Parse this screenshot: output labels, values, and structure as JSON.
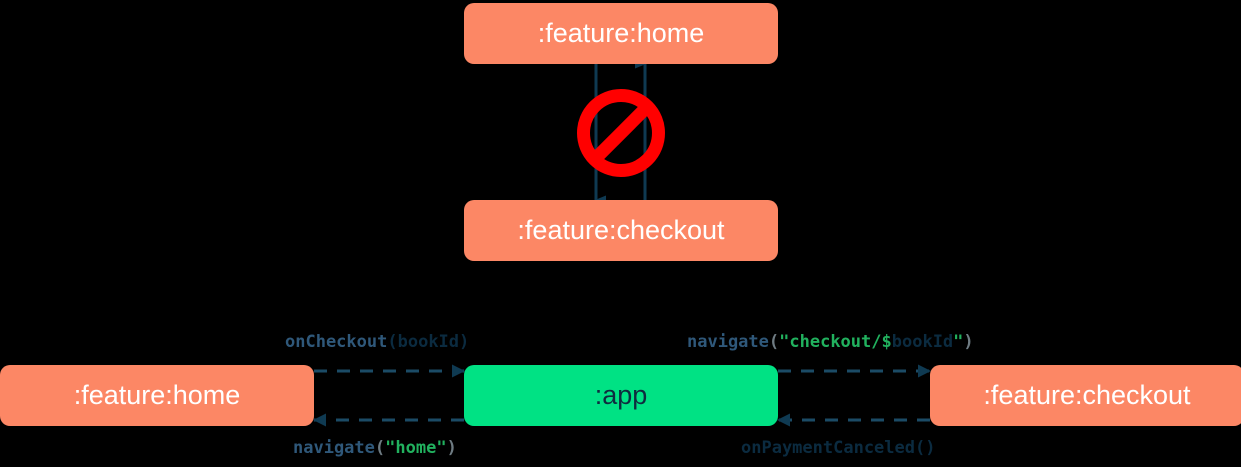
{
  "diagram": {
    "title": "Module navigation dependency diagram",
    "background_color": "#000000",
    "colors": {
      "feature_module": "#FC8765",
      "app_module": "#00E284",
      "edge": "#0F3A52",
      "forbidden": "#FF0000",
      "function_token": "#2F587A",
      "identifier_token": "#0B2B40",
      "string_token": "#21B15E",
      "punct_token": "#6E7B82",
      "feature_label_text": "#FFFFFF",
      "app_label_text": "#0F2C3F"
    },
    "top_section": {
      "name": "forbidden-direct-dependency",
      "nodes": [
        {
          "id": "home-top",
          "label": ":feature:home",
          "type": "feature"
        },
        {
          "id": "checkout-top",
          "label": ":feature:checkout",
          "type": "feature"
        }
      ],
      "edges": [
        {
          "from": "home-top",
          "to": "checkout-top",
          "direction": "down",
          "style": "solid"
        },
        {
          "from": "checkout-top",
          "to": "home-top",
          "direction": "up",
          "style": "solid"
        }
      ],
      "overlay_icon": "forbidden-icon",
      "overlay_icon_meaning": "not allowed"
    },
    "bottom_section": {
      "name": "app-mediated-navigation",
      "nodes": [
        {
          "id": "home-bottom",
          "label": ":feature:home",
          "type": "feature"
        },
        {
          "id": "app",
          "label": ":app",
          "type": "app"
        },
        {
          "id": "checkout-bottom",
          "label": ":feature:checkout",
          "type": "feature"
        }
      ],
      "edges": [
        {
          "id": "edge-home-to-app",
          "from": "home-bottom",
          "to": "app",
          "direction": "right",
          "style": "dashed",
          "label_plain": "onCheckout(bookId)",
          "label_tokens": [
            {
              "text": "onCheckout",
              "kind": "fn"
            },
            {
              "text": "(",
              "kind": "id"
            },
            {
              "text": "bookId",
              "kind": "id"
            },
            {
              "text": ")",
              "kind": "id"
            }
          ]
        },
        {
          "id": "edge-app-to-checkout",
          "from": "app",
          "to": "checkout-bottom",
          "direction": "right",
          "style": "dashed",
          "label_plain": "navigate(\"checkout/$bookId\")",
          "label_tokens": [
            {
              "text": "navigate",
              "kind": "fn"
            },
            {
              "text": "(",
              "kind": "punct"
            },
            {
              "text": "\"checkout/",
              "kind": "str"
            },
            {
              "text": "$",
              "kind": "str"
            },
            {
              "text": "bookId",
              "kind": "id"
            },
            {
              "text": "\"",
              "kind": "str"
            },
            {
              "text": ")",
              "kind": "punct"
            }
          ]
        },
        {
          "id": "edge-app-to-home",
          "from": "app",
          "to": "home-bottom",
          "direction": "left",
          "style": "dashed",
          "label_plain": "navigate(\"home\")",
          "label_tokens": [
            {
              "text": "navigate",
              "kind": "fn"
            },
            {
              "text": "(",
              "kind": "punct"
            },
            {
              "text": "\"home\"",
              "kind": "str"
            },
            {
              "text": ")",
              "kind": "punct"
            }
          ]
        },
        {
          "id": "edge-checkout-to-app",
          "from": "checkout-bottom",
          "to": "app",
          "direction": "left",
          "style": "dashed",
          "label_plain": "onPaymentCanceled()",
          "label_tokens": [
            {
              "text": "onPaymentCanceled()",
              "kind": "plain"
            }
          ]
        }
      ]
    }
  }
}
